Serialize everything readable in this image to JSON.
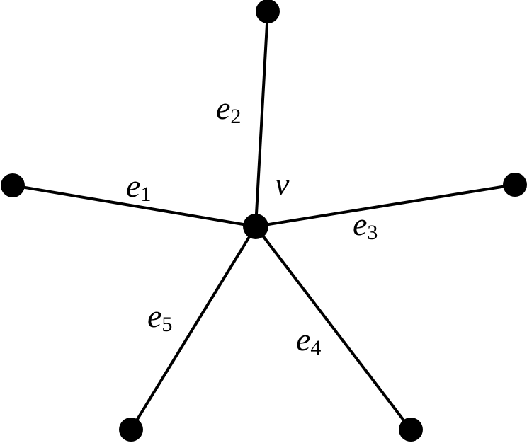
{
  "diagram": {
    "center_label": "v",
    "edges": [
      {
        "letter": "e",
        "sub": "1"
      },
      {
        "letter": "e",
        "sub": "2"
      },
      {
        "letter": "e",
        "sub": "3"
      },
      {
        "letter": "e",
        "sub": "4"
      },
      {
        "letter": "e",
        "sub": "5"
      }
    ],
    "colors": {
      "stroke": "#000000",
      "node": "#000000",
      "background": "#ffffff"
    }
  }
}
